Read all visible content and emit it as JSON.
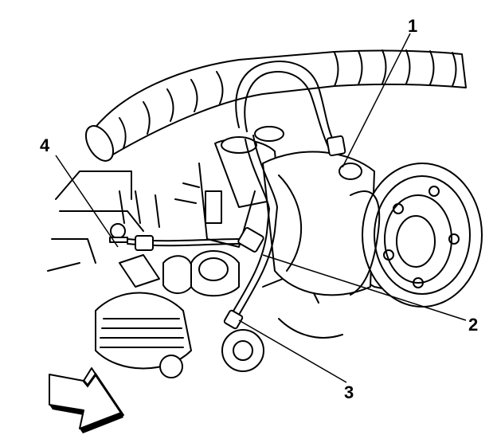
{
  "diagram": {
    "colors": {
      "line": "#000000",
      "background": "#ffffff"
    },
    "callouts": [
      {
        "id": "1",
        "label": "1"
      },
      {
        "id": "2",
        "label": "2"
      },
      {
        "id": "3",
        "label": "3"
      },
      {
        "id": "4",
        "label": "4"
      }
    ],
    "icons": [
      "direction-arrow-icon"
    ]
  }
}
